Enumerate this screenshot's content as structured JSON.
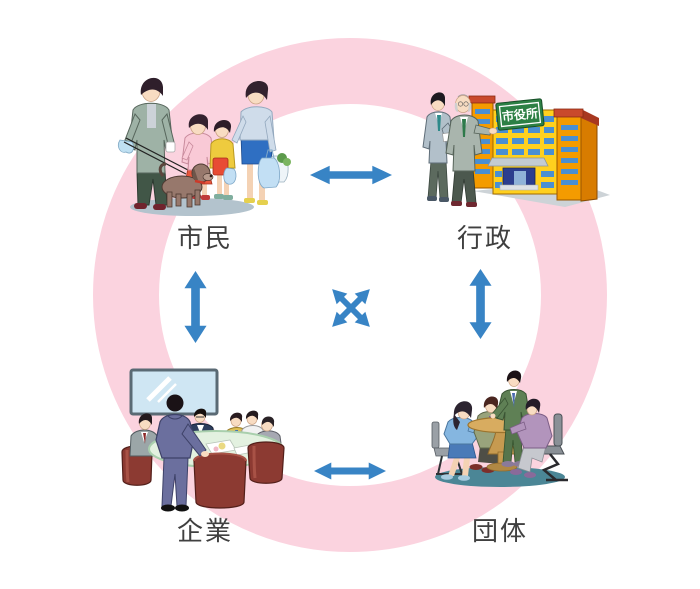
{
  "diagram": {
    "description": "Collaboration diagram: four groups inside a pink ring linked by blue double-headed arrows and a central four-way cross arrow",
    "nodes": [
      {
        "id": "citizens",
        "label": "市民",
        "position": "top-left",
        "illustration": "family-with-dog"
      },
      {
        "id": "government",
        "label": "行政",
        "position": "top-right",
        "illustration": "officials-and-city-hall"
      },
      {
        "id": "companies",
        "label": "企業",
        "position": "bottom-left",
        "illustration": "business-meeting"
      },
      {
        "id": "organizations",
        "label": "団体",
        "position": "bottom-right",
        "illustration": "group-round-table"
      }
    ],
    "building_sign_text": "市役所",
    "connections": [
      {
        "from": "citizens",
        "to": "government",
        "style": "double-headed-horizontal"
      },
      {
        "from": "citizens",
        "to": "companies",
        "style": "double-headed-vertical"
      },
      {
        "from": "government",
        "to": "organizations",
        "style": "double-headed-vertical"
      },
      {
        "from": "companies",
        "to": "organizations",
        "style": "double-headed-horizontal"
      },
      {
        "from": "center",
        "to": "all-four",
        "style": "four-way-cross"
      }
    ]
  },
  "colors": {
    "background": "#ffffff",
    "ring_pink": "#fbd3df",
    "arrow_blue": "#3884c5",
    "label_color": "#404040"
  }
}
